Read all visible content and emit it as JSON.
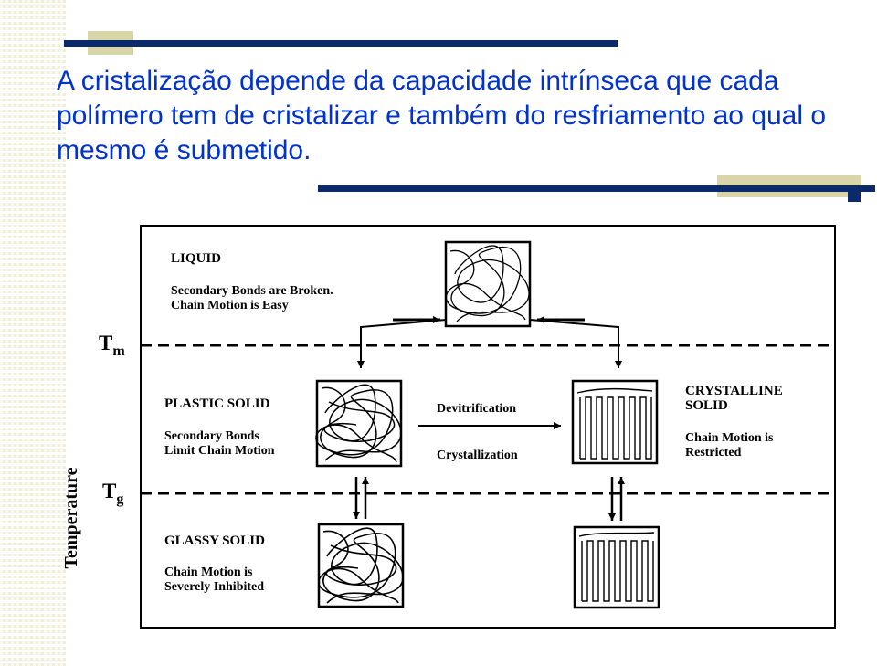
{
  "colors": {
    "title_text": "#0033cc",
    "navy_bar": "#0a2a6b",
    "khaki_accent": "#d8d5a8",
    "stripe": "#f0efd8",
    "ink": "#000000"
  },
  "slide": {
    "title": "A cristalização depende da capacidade intrínseca que cada polímero tem de cristalizar e também do resfriamento ao qual o mesmo é submetido."
  },
  "diagram": {
    "y_axis_label": "Temperature",
    "tm_label": "T",
    "tm_sub": "m",
    "tg_label": "T",
    "tg_sub": "g",
    "liquid": {
      "title": "LIQUID",
      "line1": "Secondary Bonds are Broken.",
      "line2": "Chain Motion is Easy"
    },
    "plastic": {
      "title": "PLASTIC SOLID",
      "line1": "Secondary Bonds",
      "line2": "Limit Chain Motion"
    },
    "crystalline": {
      "title1": "CRYSTALLINE",
      "title2": "SOLID",
      "line1": "Chain Motion is",
      "line2": "Restricted"
    },
    "glassy": {
      "title": "GLASSY SOLID",
      "line1": "Chain Motion is",
      "line2": "Severely Inhibited"
    },
    "devitrification": "Devitrification",
    "crystallization": "Crystallization"
  }
}
